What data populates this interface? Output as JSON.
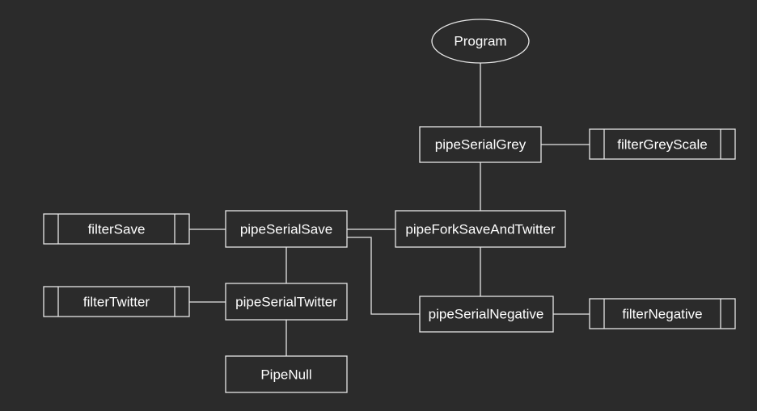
{
  "colors": {
    "background": "#2b2b2b",
    "stroke": "#e6e6e6",
    "text": "#ffffff"
  },
  "nodes": {
    "program": "Program",
    "pipe_serial_grey": "pipeSerialGrey",
    "filter_grey_scale": "filterGreyScale",
    "pipe_fork_save_and_twitter": "pipeForkSaveAndTwitter",
    "pipe_serial_save": "pipeSerialSave",
    "filter_save": "filterSave",
    "pipe_serial_twitter": "pipeSerialTwitter",
    "filter_twitter": "filterTwitter",
    "pipe_null": "PipeNull",
    "pipe_serial_negative": "pipeSerialNegative",
    "filter_negative": "filterNegative"
  }
}
